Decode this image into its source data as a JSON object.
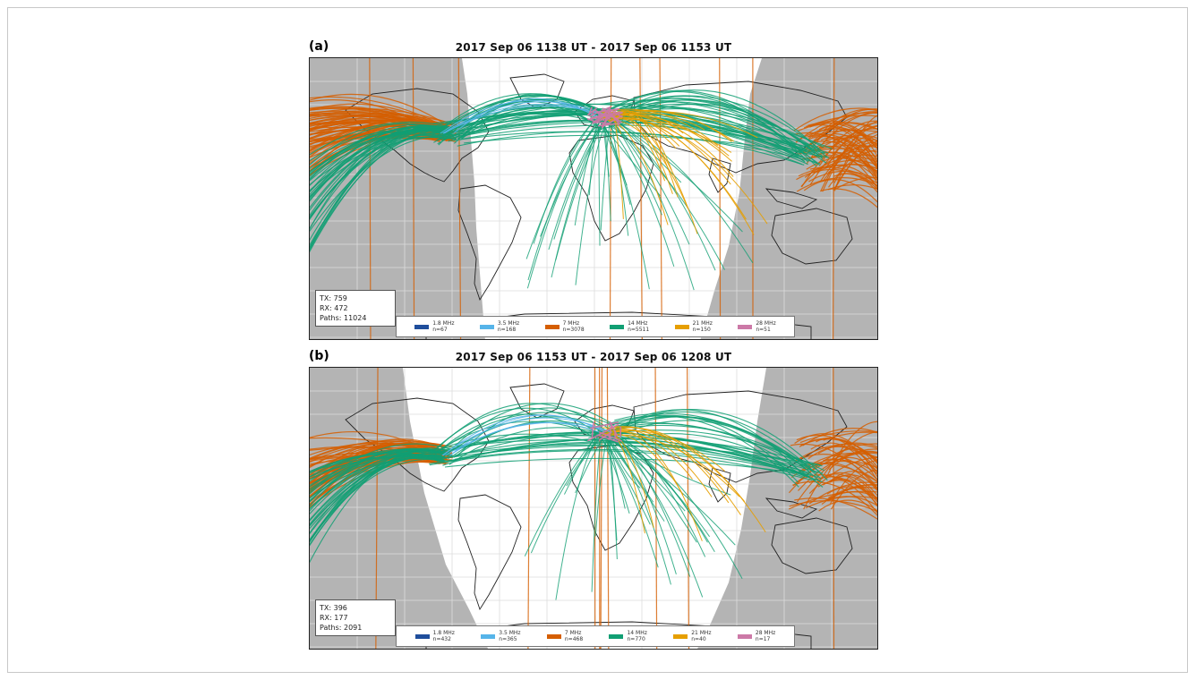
{
  "panels": [
    {
      "letter": "(a)",
      "title": "2017 Sep 06 1138 UT - 2017 Sep 06 1153 UT",
      "stats": [
        "TX: 759",
        "RX: 472",
        "Paths: 11024"
      ],
      "legend": [
        {
          "freq": "1.8 MHz",
          "count": "n=67",
          "color": "#1f4e9c"
        },
        {
          "freq": "3.5 MHz",
          "count": "n=168",
          "color": "#56b4e9"
        },
        {
          "freq": "7 MHz",
          "count": "n=3078",
          "color": "#d55e00"
        },
        {
          "freq": "14 MHz",
          "count": "n=5511",
          "color": "#119f73"
        },
        {
          "freq": "21 MHz",
          "count": "n=150",
          "color": "#e69f00"
        },
        {
          "freq": "28 MHz",
          "count": "n=51",
          "color": "#cc79a7"
        }
      ]
    },
    {
      "letter": "(b)",
      "title": "2017 Sep 06 1153 UT - 2017 Sep 06 1208 UT",
      "stats": [
        "TX: 396",
        "RX: 177",
        "Paths: 2091"
      ],
      "legend": [
        {
          "freq": "1.8 MHz",
          "count": "n=432",
          "color": "#1f4e9c"
        },
        {
          "freq": "3.5 MHz",
          "count": "n=365",
          "color": "#56b4e9"
        },
        {
          "freq": "7 MHz",
          "count": "n=468",
          "color": "#d55e00"
        },
        {
          "freq": "14 MHz",
          "count": "n=770",
          "color": "#119f73"
        },
        {
          "freq": "21 MHz",
          "count": "n=40",
          "color": "#e69f00"
        },
        {
          "freq": "28 MHz",
          "count": "n=17",
          "color": "#cc79a7"
        }
      ]
    }
  ],
  "colors": {
    "night": "#b4b4b4",
    "grid": "#dcdcdc",
    "coast": "#222222"
  }
}
